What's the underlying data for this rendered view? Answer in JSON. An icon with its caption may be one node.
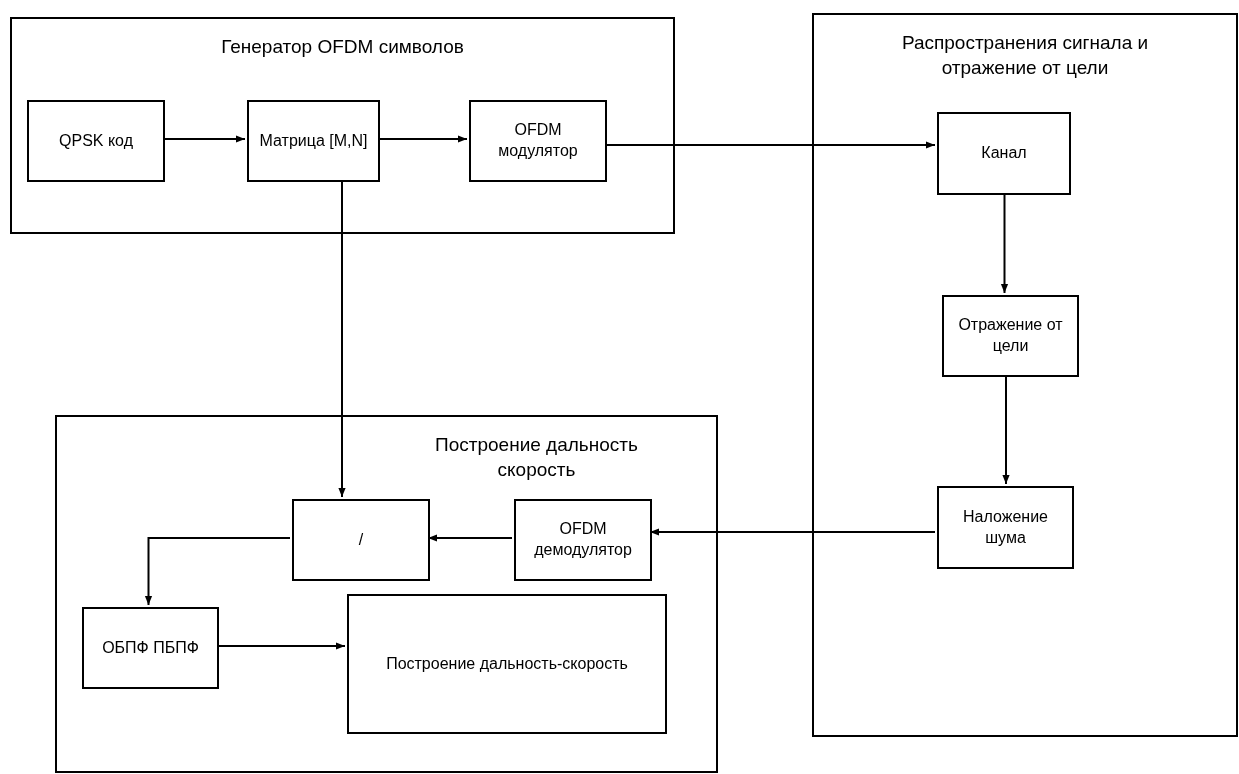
{
  "diagram": {
    "nodes": [
      {
        "text": [
          "Генератор OFDM символов"
        ]
      },
      {
        "text": [
          "QPSK код"
        ],
        "in": 0
      },
      {
        "text": [
          "Матрица [M,N]"
        ],
        "in": 0
      },
      {
        "text": [
          "OFDM модулятор"
        ],
        "in": 0
      },
      {
        "text": [
          "Распространения сигнала и отражение от цели"
        ]
      },
      {
        "text": [
          "Канал"
        ],
        "in": 4
      },
      {
        "text": [
          "Отражение от цели"
        ],
        "in": 4
      },
      {
        "text": [
          "Наложение шума"
        ],
        "in": 4
      },
      {
        "text": [
          "Построение дальность скорость"
        ]
      },
      {
        "text": [
          "/"
        ],
        "in": 8
      },
      {
        "text": [
          "OFDM демодулятор"
        ],
        "in": 8
      },
      {
        "text": [
          "ОБПФ ПБПФ"
        ],
        "in": 8
      },
      {
        "text": [
          "Построение дальность-скорость"
        ],
        "in": 8
      }
    ],
    "edges": [
      {
        "from": 1,
        "to": 2,
        "arrow": "to"
      },
      {
        "from": 2,
        "to": 3,
        "arrow": "to"
      },
      {
        "from": 3,
        "to": 5,
        "arrow": "to"
      },
      {
        "from": 5,
        "to": 6,
        "arrow": "to"
      },
      {
        "from": 6,
        "to": 7,
        "arrow": "to"
      },
      {
        "from": 7,
        "to": 10,
        "arrow": "to"
      },
      {
        "from": 10,
        "to": 9,
        "arrow": "to"
      },
      {
        "from": 2,
        "to": 9,
        "arrow": "to"
      },
      {
        "from": 9,
        "to": 11,
        "arrow": "to"
      },
      {
        "from": 11,
        "to": 12,
        "arrow": "to"
      }
    ]
  }
}
